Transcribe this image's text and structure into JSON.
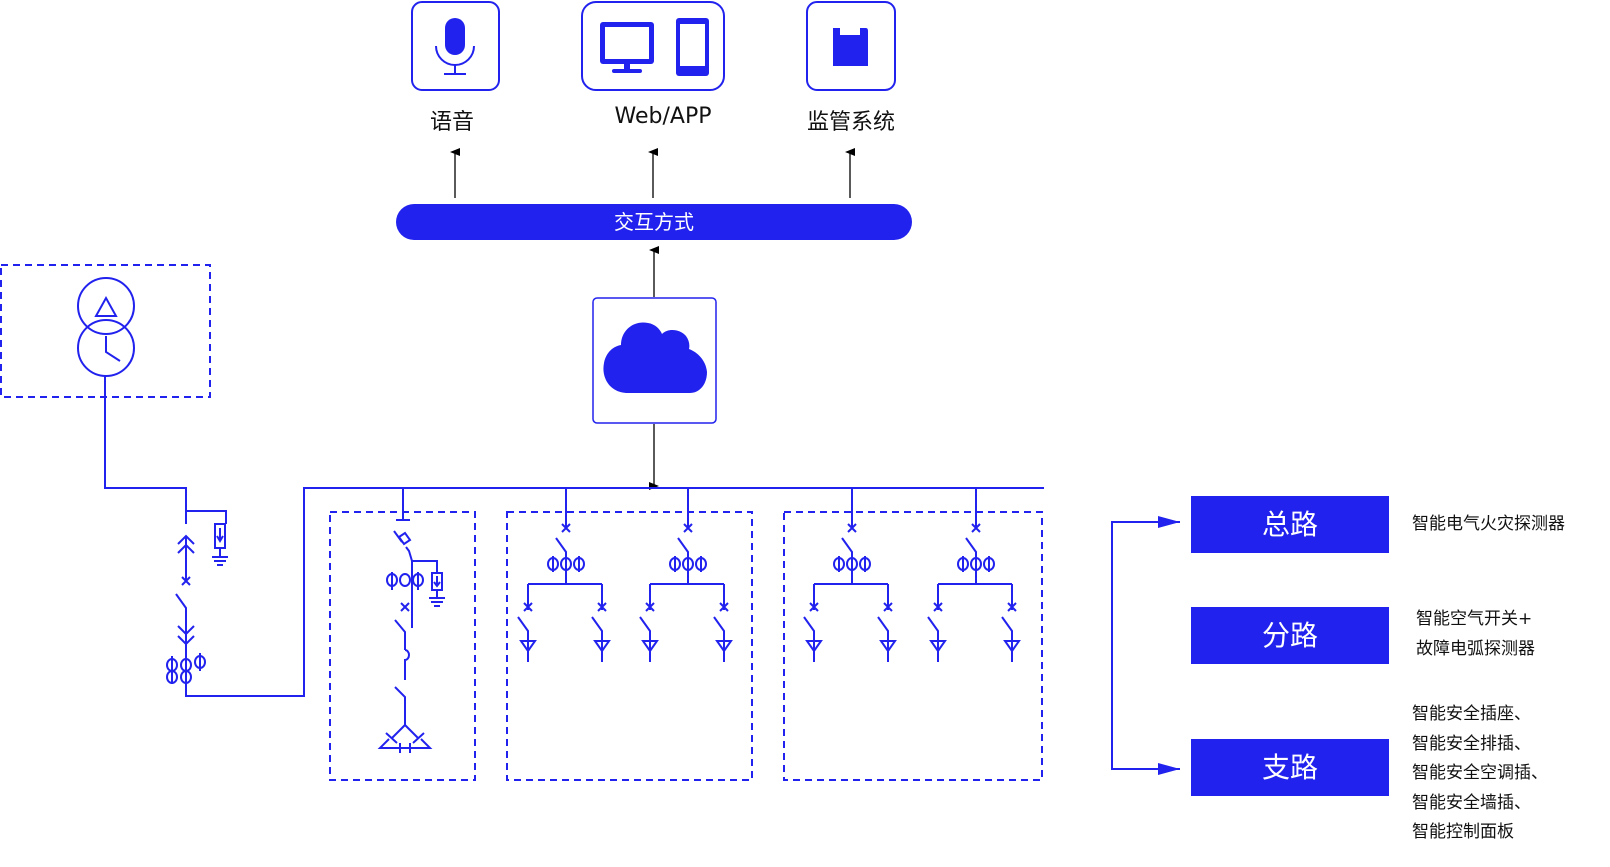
{
  "colors": {
    "accent": "#2222ee",
    "line": "#2222ee",
    "arrow": "#000000",
    "text": "#111111"
  },
  "interaction": {
    "channels": [
      {
        "label": "语音",
        "icon": "microphone-icon"
      },
      {
        "label": "Web/APP",
        "icon": "desktop-and-phone-icon"
      },
      {
        "label": "监管系统",
        "icon": "sd-card-icon"
      }
    ],
    "bus_label": "交互方式",
    "cloud_icon": "cloud-icon"
  },
  "levels": [
    {
      "label": "总路",
      "description": [
        "智能电气火灾探测器"
      ]
    },
    {
      "label": "分路",
      "description": [
        "智能空气开关+",
        "故障电弧探测器"
      ]
    },
    {
      "label": "支路",
      "description": [
        "智能安全插座、",
        "智能安全排插、",
        "智能安全空调插、",
        "智能安全墙插、",
        "智能控制面板"
      ]
    }
  ]
}
